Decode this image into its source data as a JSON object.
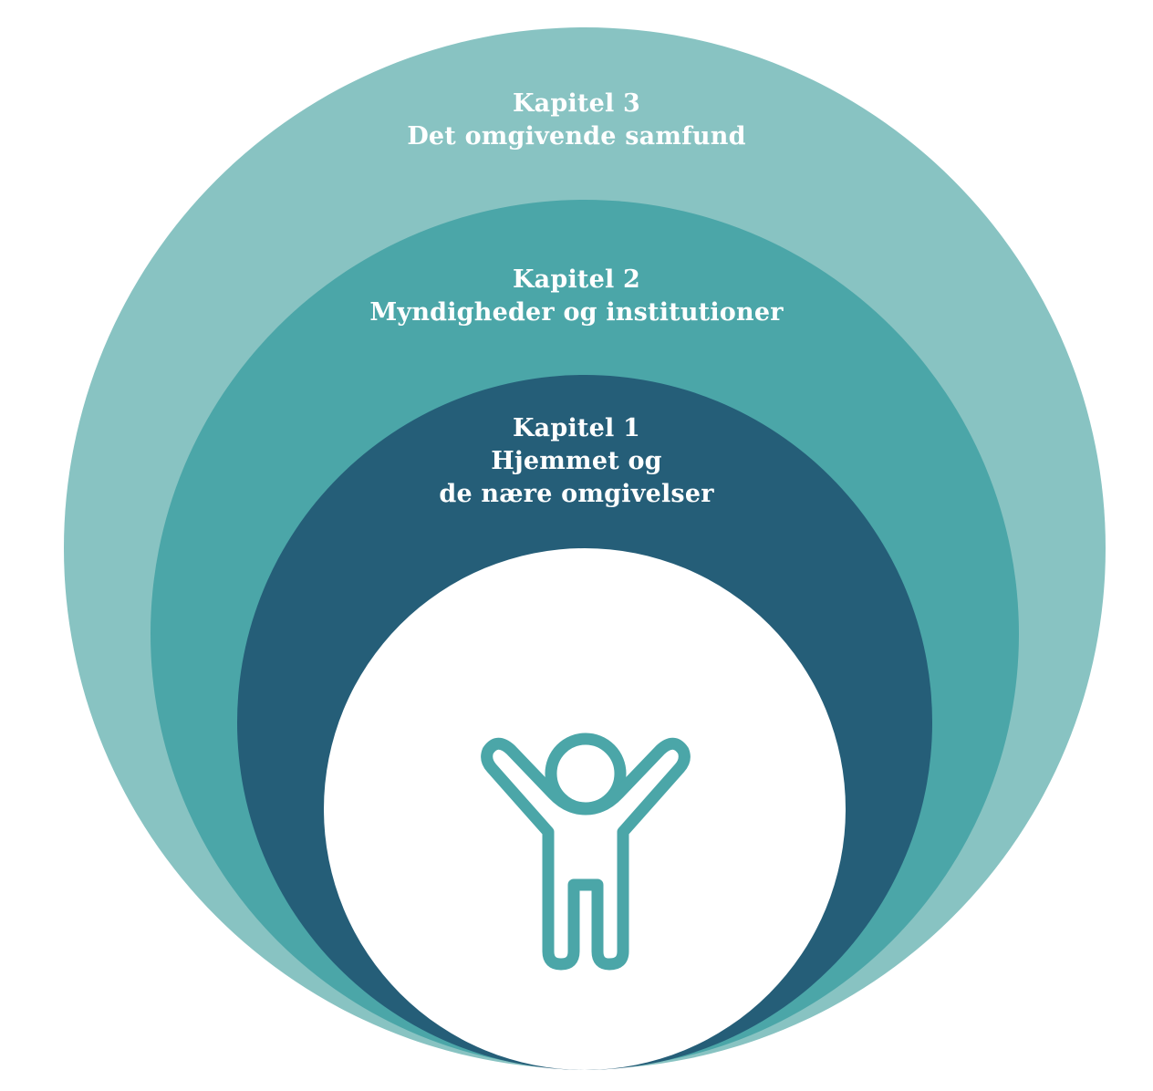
{
  "diagram": {
    "colors": {
      "outer": "#88c3c2",
      "middle": "#4ba6a8",
      "inner": "#255e78",
      "center": "#ffffff",
      "figure": "#4ba6a8"
    },
    "rings": [
      {
        "id": "outer",
        "chapter": "Kapitel 3",
        "lines": [
          "Det omgivende samfund"
        ]
      },
      {
        "id": "middle",
        "chapter": "Kapitel 2",
        "lines": [
          "Myndigheder og institutioner"
        ]
      },
      {
        "id": "inner",
        "chapter": "Kapitel 1",
        "lines": [
          "Hjemmet og",
          "de nære omgivelser"
        ]
      }
    ],
    "center_icon": "child-arms-raised-icon"
  }
}
